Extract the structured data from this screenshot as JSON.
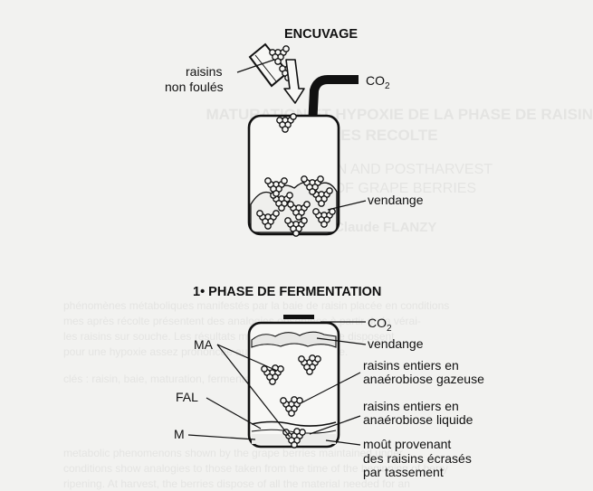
{
  "background_bleed_through": {
    "heading_1": "MATURATION ET HYPOXIE DE LA PHASE DE RAISIN",
    "heading_2": "APRES RECOLTE",
    "subheading_1": "MATURATION AND POSTHARVEST",
    "subheading_2": "HYPOXY OF GRAPE BERRIES",
    "author": "par Claude FLANZY",
    "para_lines": [
      "phénomènes métaboliques manifestés par la baie de raisin placée en conditions",
      "mes après récolte présentent des analogies observées à partir de la vérai-",
      "les raisins sur souche. Les résultats montrent, entre tout le disposent",
      "pour une hypoxie assez prononcée au niveau métabolique.",
      "clés : raisin, baie, maturation, fermentation, hypoxie.",
      "metabolic phenomenons shown by the grape berries maintained under",
      "conditions show analogies to those taken from the time of the beginning of berry",
      "ripening. At harvest, the berries dispose of all the material needed for an"
    ]
  },
  "panel_top": {
    "title": "ENCUVAGE",
    "label_raisins_line1": "raisins",
    "label_raisins_line2": "non foulés",
    "label_co2": "CO",
    "label_co2_sub": "2",
    "label_vendange": "vendange"
  },
  "panel_bottom": {
    "title": "1• PHASE DE FERMENTATION",
    "label_ma": "MA",
    "label_fal": "FAL",
    "label_m": "M",
    "label_co2": "CO",
    "label_co2_sub": "2",
    "label_vendange": "vendange",
    "label_gas_1": "raisins entiers en",
    "label_gas_2": "anaérobiose gazeuse",
    "label_liq_1": "raisins entiers en",
    "label_liq_2": "anaérobiose liquide",
    "label_must_1": "moût provenant",
    "label_must_2": "des raisins écrasés",
    "label_must_3": "par tassement"
  }
}
